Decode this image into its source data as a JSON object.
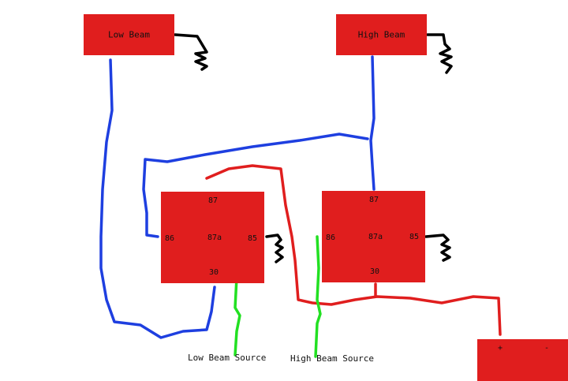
{
  "lamps": {
    "low_beam": "Low Beam",
    "high_beam": "High Beam"
  },
  "relays": {
    "low": {
      "pin_87": "87",
      "pin_86": "86",
      "pin_87a": "87a",
      "pin_85": "85",
      "pin_30": "30"
    },
    "high": {
      "pin_87": "87",
      "pin_86": "86",
      "pin_87a": "87a",
      "pin_85": "85",
      "pin_30": "30"
    }
  },
  "battery": {
    "positive": "+",
    "negative": "-"
  },
  "sources": {
    "low": "Low Beam Source",
    "high": "High Beam Source"
  },
  "wire_colors": {
    "low_beam_feed": "#1e3fe0",
    "high_beam_feed": "#1e3fe0",
    "power": "#e01e1e",
    "trigger": "#22e022",
    "ground": "#000000"
  }
}
